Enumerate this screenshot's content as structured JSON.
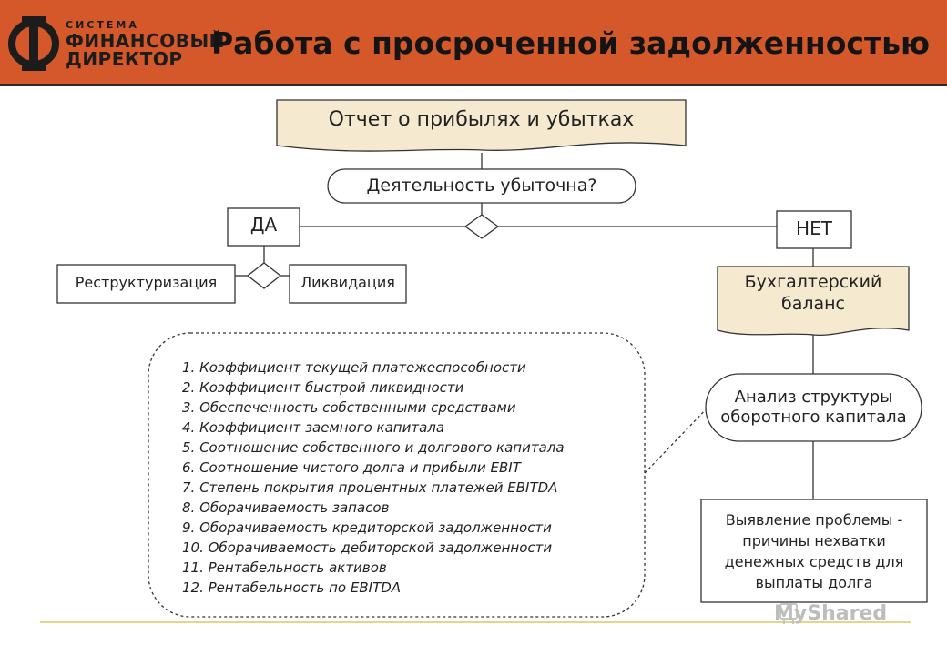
{
  "header": {
    "logo": {
      "line1": "СИСТЕМА",
      "line2": "ФИНАНСОВЫЙ",
      "line3": "ДИРЕКТОР"
    },
    "title": "Работа с просроченной задолженностью",
    "background": "#d4582a"
  },
  "flowchart": {
    "report_node": "Отчет о прибылях и убытках",
    "question_node": "Деятельность убыточна?",
    "yes_node": "ДА",
    "no_node": "НЕТ",
    "yes_option_1": "Реструктуризация",
    "yes_option_2": "Ликвидация",
    "balance_node_line1": "Бухгалтерский",
    "balance_node_line2": "баланс",
    "analysis_node_line1": "Анализ структуры",
    "analysis_node_line2": "оборотного капитала",
    "problem_node_line1": "Выявление проблемы -",
    "problem_node_line2": "причины нехватки",
    "problem_node_line3": "денежных средств для",
    "problem_node_line4": "выплаты долга",
    "document_fill": "#f5ead0"
  },
  "metrics": [
    "1. Коэффициент текущей платежеспособности",
    "2. Коэффициент быстрой ликвидности",
    "3. Обеспеченность собственными средствами",
    "4. Коэффициент заемного капитала",
    "5. Соотношение собственного и долгового капитала",
    "6. Соотношение чистого долга и прибыли EBIT",
    "7. Степень покрытия процентных платежей EBITDA",
    "8. Оборачиваемость запасов",
    "9. Оборачиваемость кредиторской задолженности",
    "10. Оборачиваемость дебиторской задолженности",
    "11. Рентабельность активов",
    "12. Рентабельность по EBITDA"
  ],
  "footer": {
    "watermark": "MyShared",
    "line_color": "#e2d68a"
  }
}
